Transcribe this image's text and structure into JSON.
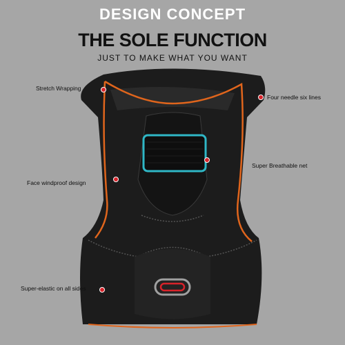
{
  "header": {
    "title": "DESIGN CONCEPT",
    "subtitle": "THE SOLE FUNCTION",
    "tagline": "JUST TO MAKE WHAT YOU WANT"
  },
  "callouts": {
    "stretch": "Stretch Wrapping",
    "needle": "Four needle six lines",
    "breathable": "Super Breathable net",
    "windproof": "Face windproof design",
    "elastic": "Super-elastic on all sides"
  },
  "colors": {
    "background": "#a6a6a6",
    "fabric": "#1c1c1c",
    "stitching_orange": "#e0651c",
    "mesh_teal": "#2fb7c6",
    "marker_red": "#d8232a"
  }
}
